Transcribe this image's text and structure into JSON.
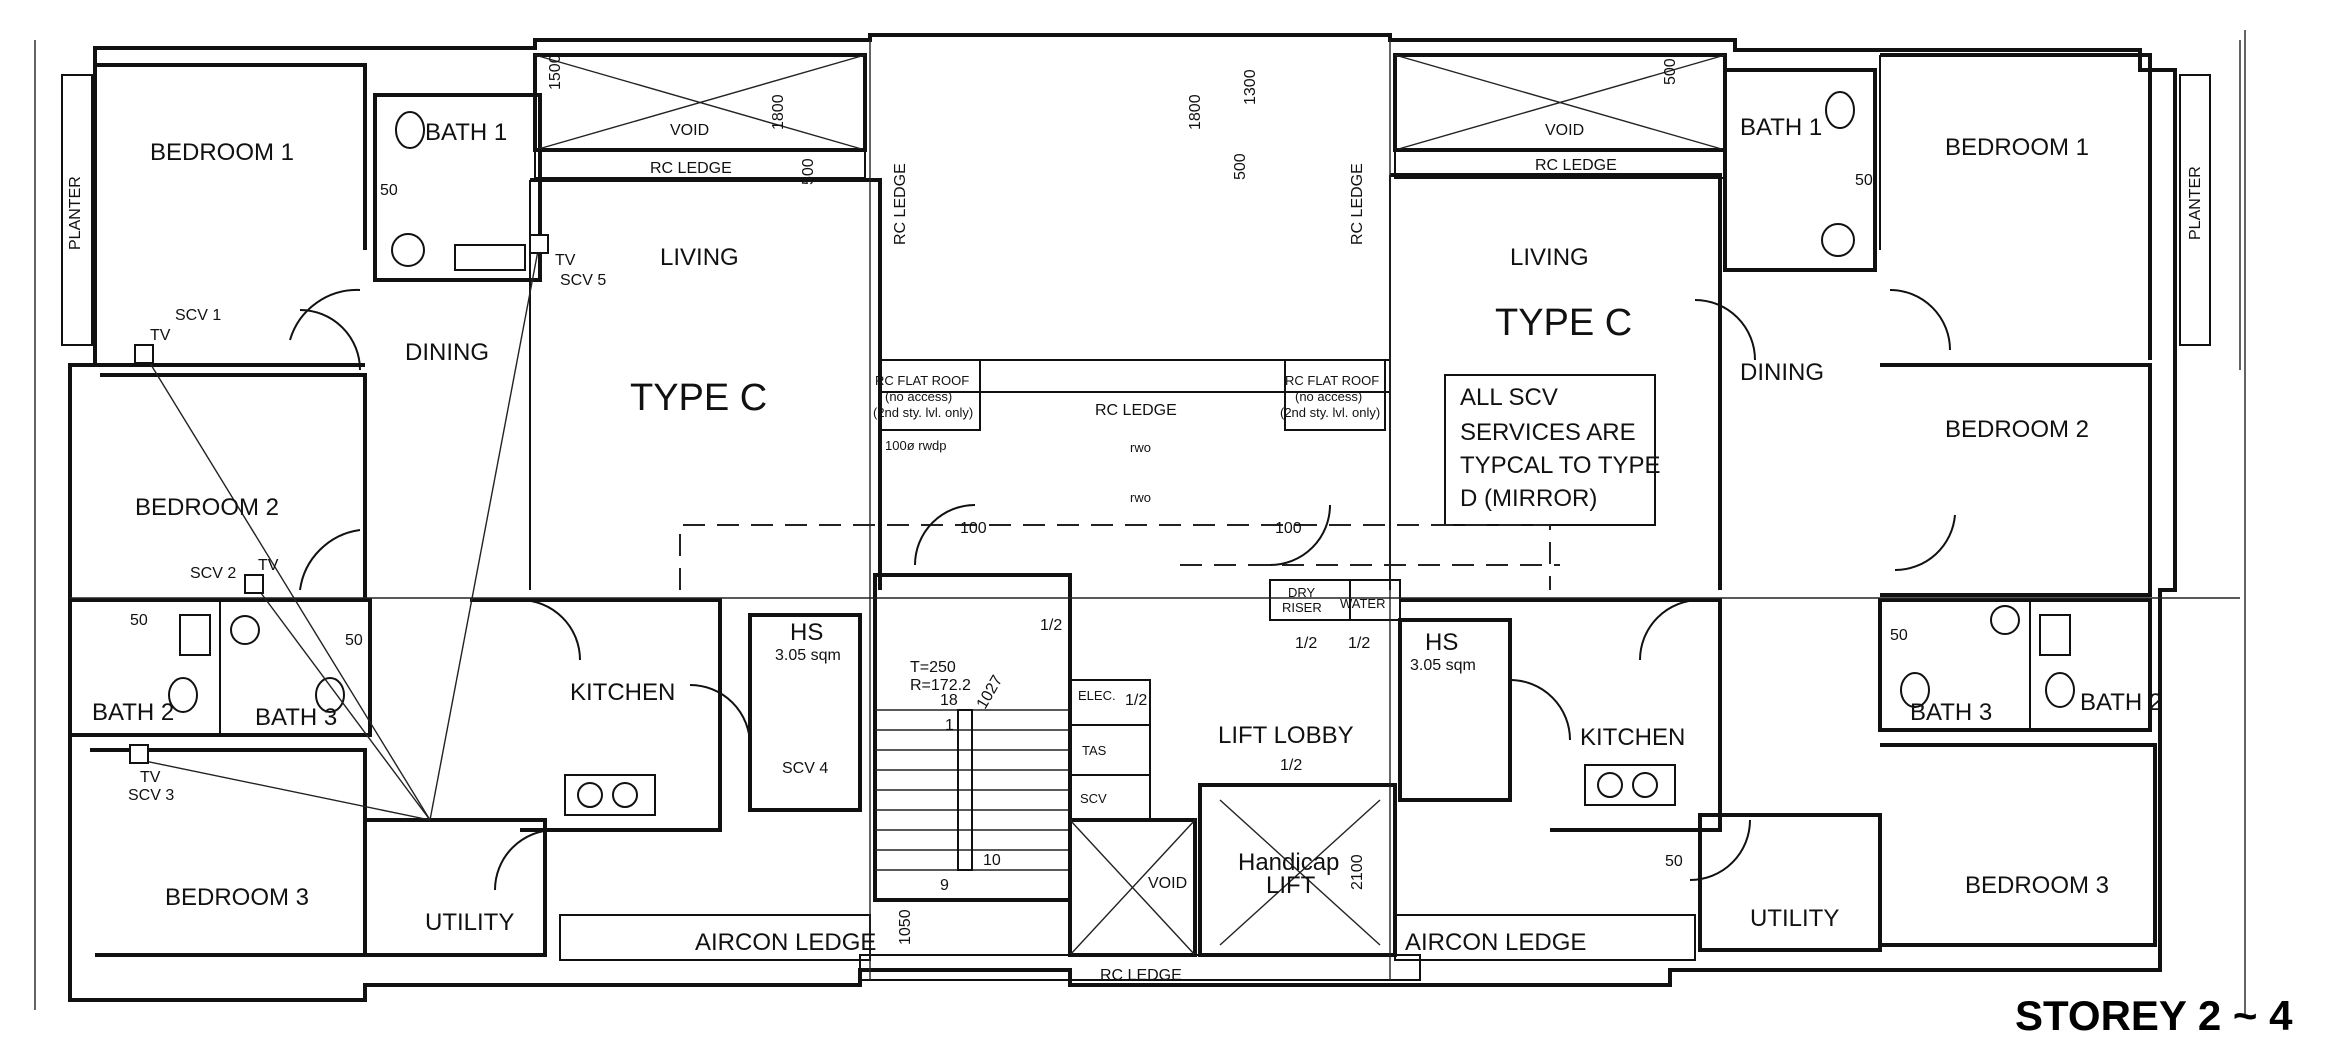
{
  "title": "STOREY 2 ~ 4",
  "note": [
    "ALL SCV",
    "SERVICES ARE",
    "TYPCAL TO TYPE",
    "D (MIRROR)"
  ],
  "rooms": {
    "bedroom1": "BEDROOM 1",
    "bedroom2": "BEDROOM 2",
    "bedroom3": "BEDROOM 3",
    "bath1": "BATH 1",
    "bath2": "BATH 2",
    "bath3": "BATH 3",
    "living": "LIVING",
    "dining": "DINING",
    "kitchen": "KITCHEN",
    "utility": "UTILITY",
    "type": "TYPE C",
    "void": "VOID",
    "planter": "PLANTER",
    "hs": "HS",
    "hs_area": "3.05 sqm",
    "lift_lobby": "LIFT LOBBY",
    "lift1": "Handicap",
    "lift2": "LIFT",
    "aircon": "AIRCON LEDGE",
    "rc_ledge": "RC LEDGE",
    "rc_flat_roof": "RC FLAT ROOF",
    "no_access": "(no access)",
    "second_sty": "(2nd sty. lvl. only)",
    "dry_riser1": "DRY",
    "dry_riser2": "RISER",
    "water": "WATER",
    "elec": "ELEC.",
    "tas": "TAS",
    "scv": "SCV",
    "scv1": "SCV 1",
    "scv2": "SCV 2",
    "scv3": "SCV 3",
    "scv4": "SCV 4",
    "scv5": "SCV 5",
    "tv": "TV",
    "half": "1/2",
    "rwo": "rwo",
    "rwdp": "100ø rwdp",
    "stair1": "T=250",
    "stair2": "R=172.2"
  },
  "dims": {
    "d1500": "1500",
    "d1800": "1800",
    "d1300": "1300",
    "d500": "500",
    "d50": "50",
    "d100": "100",
    "d1027": "1027",
    "d1050": "1050",
    "d2100": "2100",
    "s18": "18",
    "s1": "1",
    "s10": "10",
    "s9": "9"
  }
}
